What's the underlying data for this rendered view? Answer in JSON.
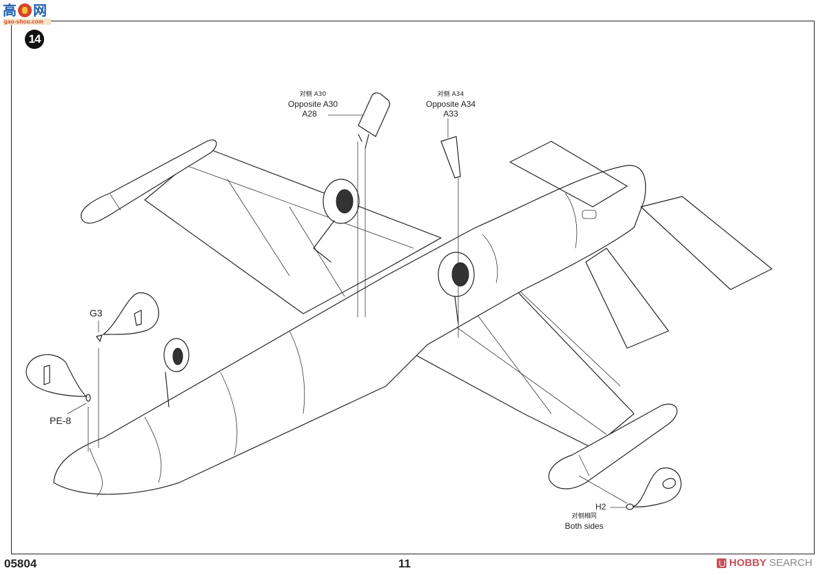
{
  "watermark": {
    "chars": [
      "高",
      "网"
    ],
    "url": "gao-shou.com"
  },
  "step": {
    "number": "14"
  },
  "callouts": {
    "a28": {
      "opposite_cn": "对侧 A30",
      "opposite_en": "Opposite A30",
      "part": "A28"
    },
    "a33": {
      "opposite_cn": "对侧 A34",
      "opposite_en": "Opposite A34",
      "part": "A33"
    },
    "g3": {
      "part": "G3"
    },
    "pe8": {
      "part": "PE-8"
    },
    "h2": {
      "part": "H2",
      "note_cn": "对侧相同",
      "note_en": "Both sides"
    }
  },
  "footer": {
    "kit_code": "05804",
    "page_number": "11",
    "brand_a": "HOBBY",
    "brand_b": "SEARCH"
  },
  "colors": {
    "line": "#222222",
    "watermark_blue": "#1f5fb0",
    "watermark_red": "#d9412b",
    "brand_red": "#c8505a"
  }
}
